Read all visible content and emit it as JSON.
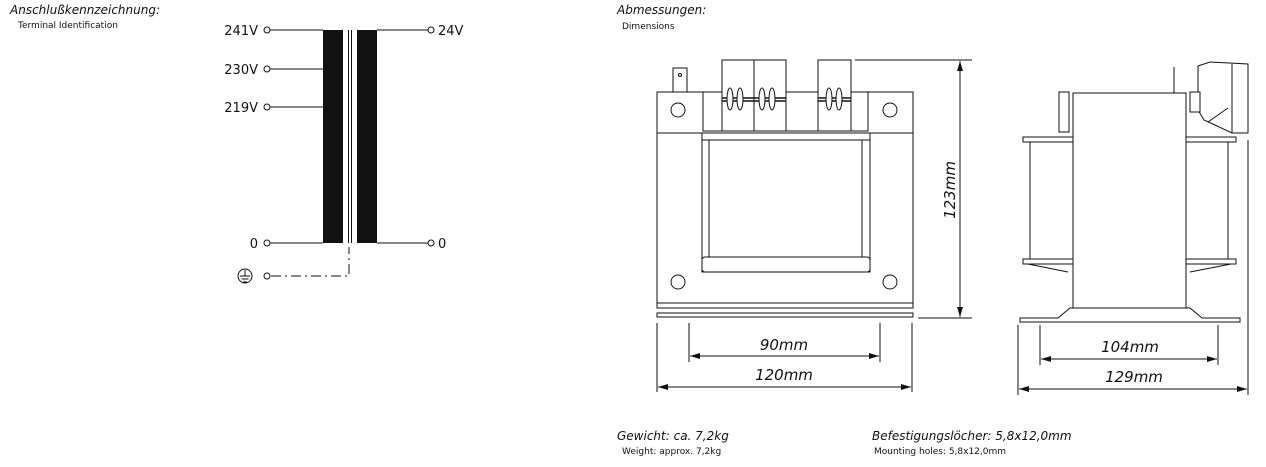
{
  "terminal_section": {
    "heading_de": "Anschlußkennzeichnung:",
    "heading_en": "Terminal Identification",
    "primary_taps": [
      "241V",
      "230V",
      "219V",
      "0"
    ],
    "secondary_taps": [
      "24V",
      "0"
    ],
    "earth_icon": "protective-earth-icon"
  },
  "dimensions_section": {
    "heading_de": "Abmessungen:",
    "heading_en": "Dimensions",
    "front_view": {
      "height": "123mm",
      "mounting_width": "90mm",
      "overall_width": "120mm"
    },
    "side_view": {
      "mounting_depth": "104mm",
      "overall_depth": "129mm"
    }
  },
  "specs": {
    "weight_de": "Gewicht: ca. 7,2kg",
    "weight_en": "Weight: approx. 7,2kg",
    "holes_de": "Befestigungslöcher: 5,8x12,0mm",
    "holes_en": "Mounting holes: 5,8x12,0mm"
  }
}
